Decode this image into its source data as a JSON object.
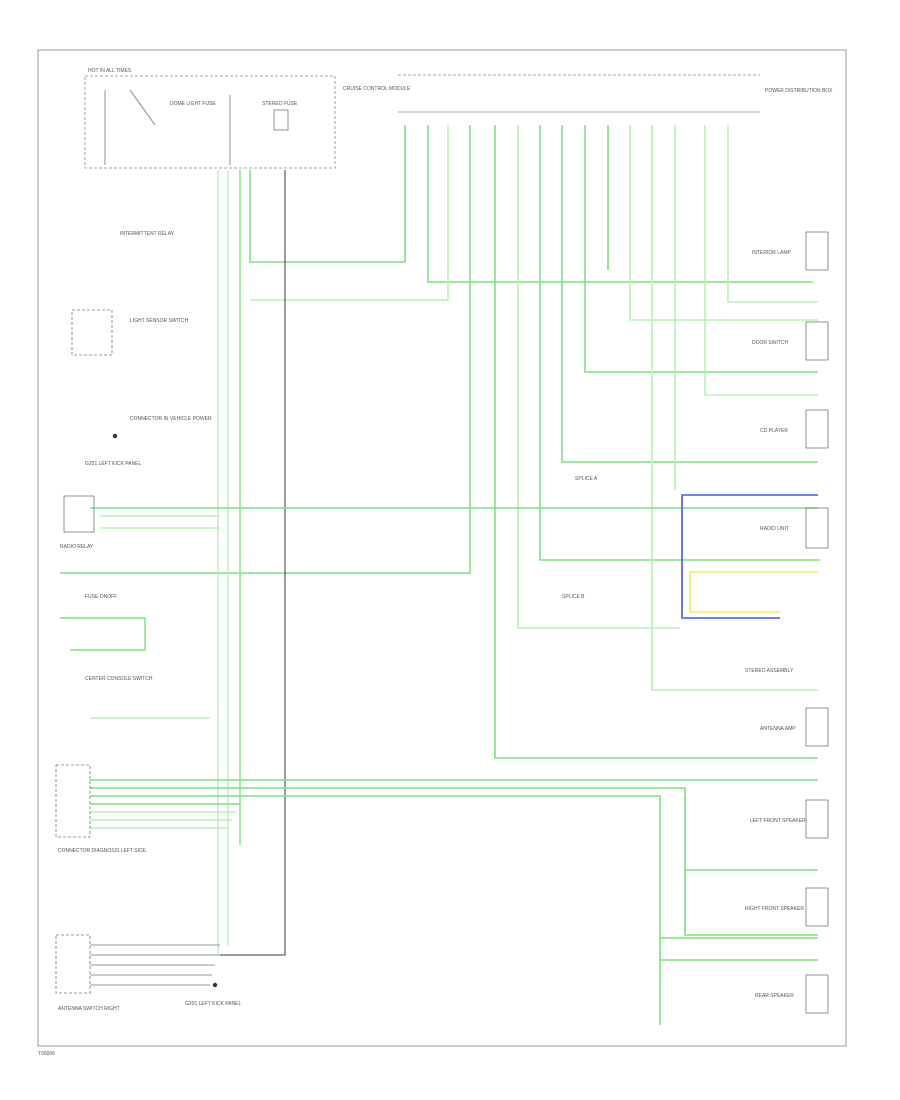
{
  "footer_code": "T06006",
  "top_components": {
    "fuse_box_title": "HOT IN ALL TIMES",
    "left_fuse_title": "DOME LIGHT FUSE",
    "right_fuse_title": "STEREO FUSE",
    "left_side_label": "CRUISE CONTROL MODULE",
    "right_side_label": "POWER DISTRIBUTION BOX"
  },
  "left_components": [
    {
      "label": "INTERMITTENT RELAY"
    },
    {
      "label": "LIGHT SENSOR SWITCH"
    },
    {
      "label": "CONNECTOR IN VEHICLE POWER"
    },
    {
      "label": "G201 LEFT KICK PANEL"
    },
    {
      "label": "RADIO RELAY"
    },
    {
      "label": "FUSE ONOFF"
    },
    {
      "label": "CENTER CONSOLE SWITCH"
    },
    {
      "label": "CONNECTOR DIAGNOSIS LEFT SIDE"
    },
    {
      "label": "ANTENNA SWITCH RIGHT"
    },
    {
      "label": "G201 LEFT KICK PANEL"
    }
  ],
  "right_components": [
    {
      "label": "INTERIOR LAMP"
    },
    {
      "label": "DOOR SWITCH"
    },
    {
      "label": "CD PLAYER"
    },
    {
      "label": "RADIO UNIT"
    },
    {
      "label": "ANTENNA AMP"
    },
    {
      "label": "LEFT FRONT SPEAKER"
    },
    {
      "label": "RIGHT FRONT SPEAKER"
    },
    {
      "label": "REAR SPEAKER"
    }
  ],
  "center_labels": {
    "splice_upper": "SPLICE A",
    "splice_lower": "SPLICE B",
    "stereo_assembly": "STEREO ASSEMBLY"
  },
  "wire_colors": {
    "green": "#7ee07e",
    "light_green": "#b8f0b8",
    "blue": "#4a56e0",
    "yellow": "#f0f060",
    "black": "#3a3a3a"
  }
}
